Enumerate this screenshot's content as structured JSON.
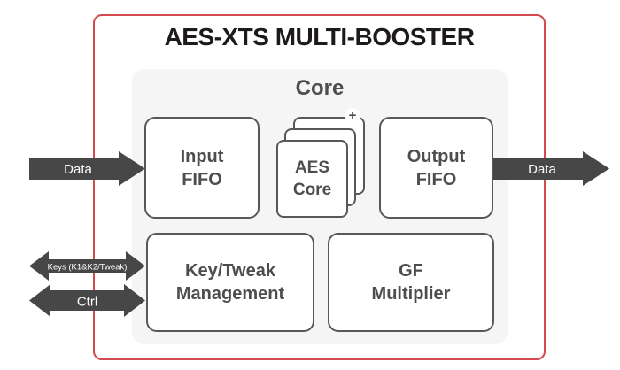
{
  "colors": {
    "frame_red": "#d2494e",
    "arrow_gray": "#474747",
    "box_border": "#58585a",
    "box_text": "#4d4d4f",
    "title_text": "#1e1a1b",
    "core_background": "#f5f5f5"
  },
  "diagram": {
    "title": "AES-XTS MULTI-BOOSTER",
    "core": {
      "label": "Core",
      "blocks": {
        "input_fifo": {
          "label": "Input\nFIFO"
        },
        "aes_core": {
          "label": "AES\nCore",
          "plus_icon": "+"
        },
        "output_fifo": {
          "label": "Output\nFIFO"
        },
        "key_tweak": {
          "label": "Key/Tweak\nManagement"
        },
        "gf_multiplier": {
          "label": "GF\nMultiplier"
        }
      }
    },
    "arrows": {
      "data_in": {
        "label": "Data",
        "direction": "in"
      },
      "data_out": {
        "label": "Data",
        "direction": "out"
      },
      "keys": {
        "label": "Keys (K1&K2/Tweak)",
        "direction": "bidirectional"
      },
      "ctrl": {
        "label": "Ctrl",
        "direction": "bidirectional"
      }
    }
  }
}
